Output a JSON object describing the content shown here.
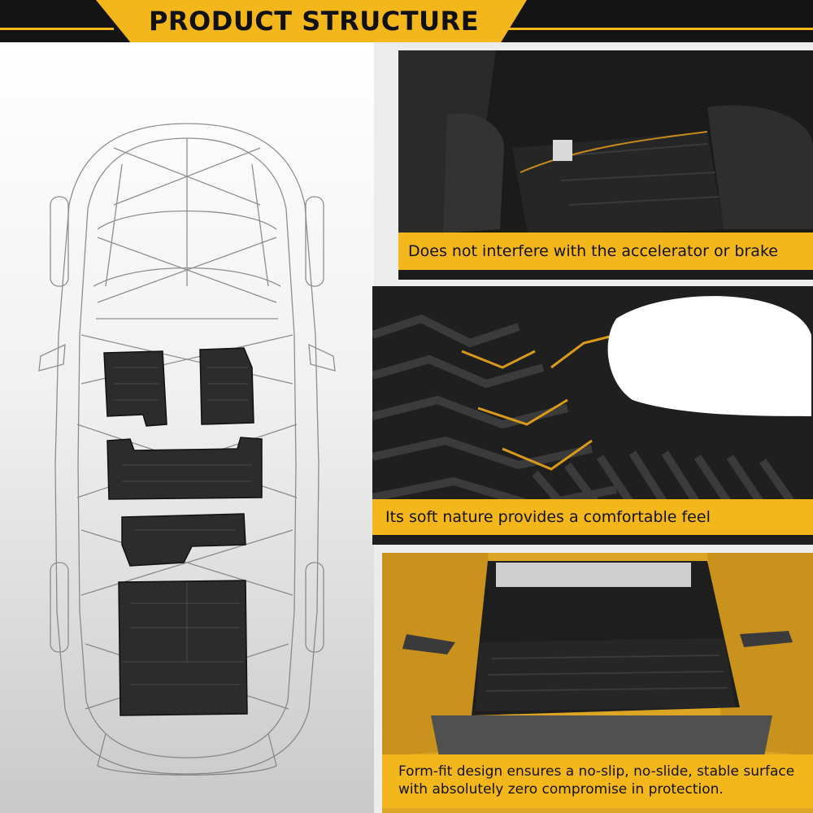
{
  "header": {
    "title": "PRODUCT STRUCTURE"
  },
  "panels": [
    {
      "caption": "Does not interfere with the accelerator or brake pedal."
    },
    {
      "caption": "Its soft nature provides a comfortable feel"
    },
    {
      "caption_lines": [
        "Form-fit design ensures a no-slip, no-slide, stable surface",
        "with absolutely zero compromise in protection."
      ]
    }
  ],
  "colors": {
    "accent": "#f3b71c",
    "dark": "#141414",
    "car_yellow": "#e4aa22"
  }
}
